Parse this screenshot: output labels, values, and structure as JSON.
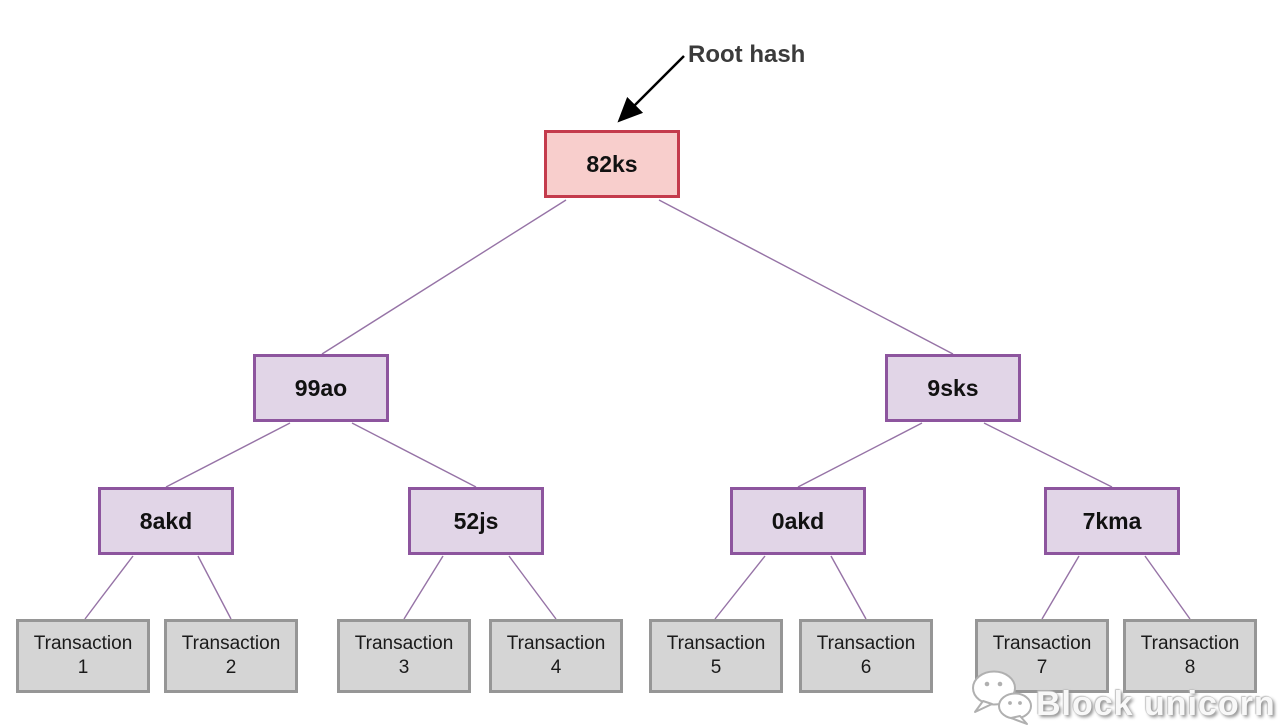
{
  "diagram": {
    "title_annotation": "Root hash",
    "root": {
      "label": "82ks"
    },
    "level2": [
      {
        "label": "99ao"
      },
      {
        "label": "9sks"
      }
    ],
    "level3": [
      {
        "label": "8akd"
      },
      {
        "label": "52js"
      },
      {
        "label": "0akd"
      },
      {
        "label": "7kma"
      }
    ],
    "leaves": [
      {
        "line1": "Transaction",
        "line2": "1"
      },
      {
        "line1": "Transaction",
        "line2": "2"
      },
      {
        "line1": "Transaction",
        "line2": "3"
      },
      {
        "line1": "Transaction",
        "line2": "4"
      },
      {
        "line1": "Transaction",
        "line2": "5"
      },
      {
        "line1": "Transaction",
        "line2": "6"
      },
      {
        "line1": "Transaction",
        "line2": "7"
      },
      {
        "line1": "Transaction",
        "line2": "8"
      }
    ],
    "colors": {
      "root_fill": "#f8cecc",
      "root_border": "#c43b4c",
      "hash_fill": "#e1d5e7",
      "hash_border": "#8d559e",
      "leaf_fill": "#d5d5d5",
      "leaf_border": "#969696",
      "edge_line": "#9673a6",
      "annotation_arrow": "#000000"
    },
    "watermark": {
      "text": "Block unicorn",
      "icon": "wechat-icon"
    }
  }
}
